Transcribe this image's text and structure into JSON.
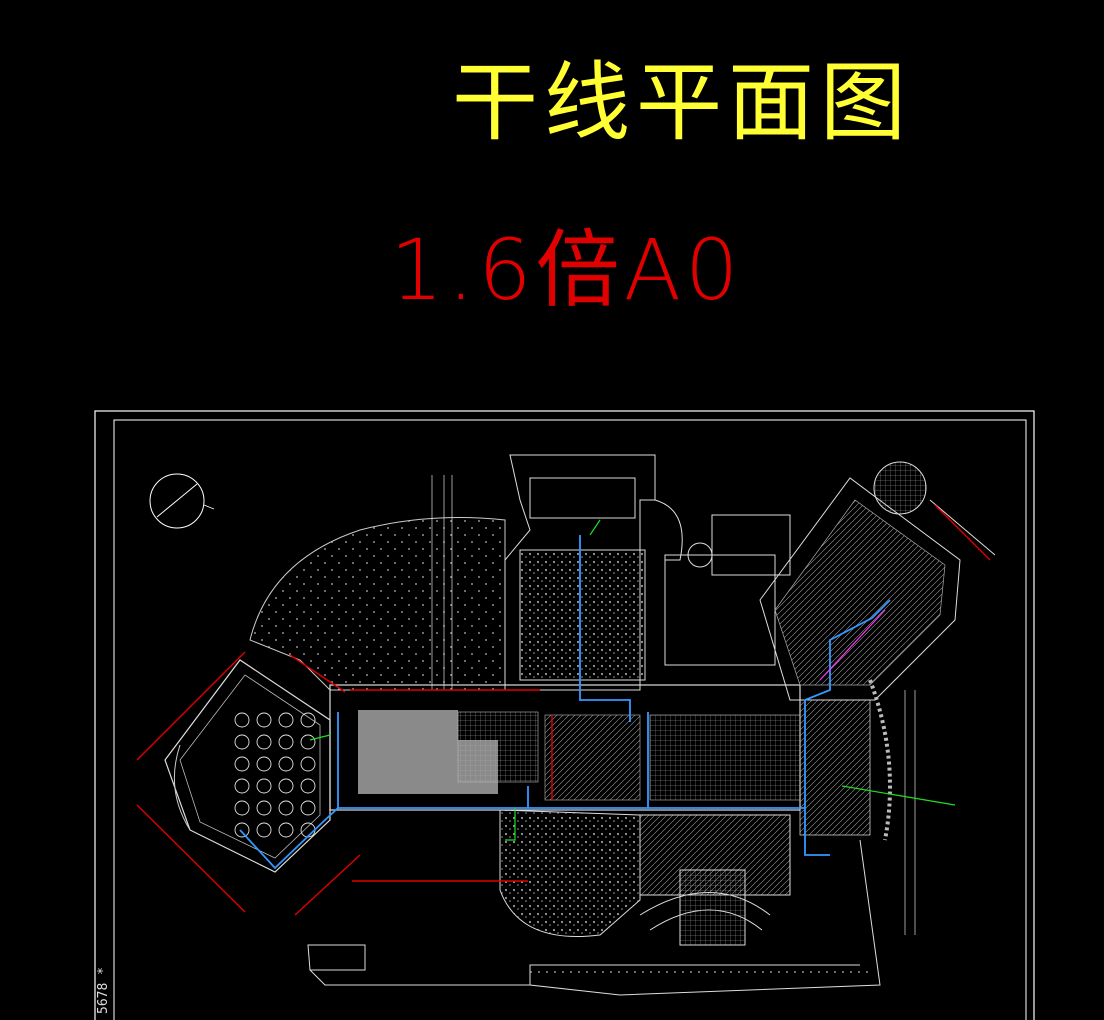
{
  "title": "干线平面图",
  "subtitle": "1.6倍A0",
  "side_label": "5678 *",
  "colors": {
    "title": "#ffff33",
    "subtitle": "#e00000",
    "frame": "#ffffff",
    "walls": "#d8d8d8",
    "mainline": "#3399ff",
    "branch": "#22dd22",
    "feeder": "#ff2020",
    "riser": "#ff33ff",
    "fill": "#8a8a8a"
  }
}
